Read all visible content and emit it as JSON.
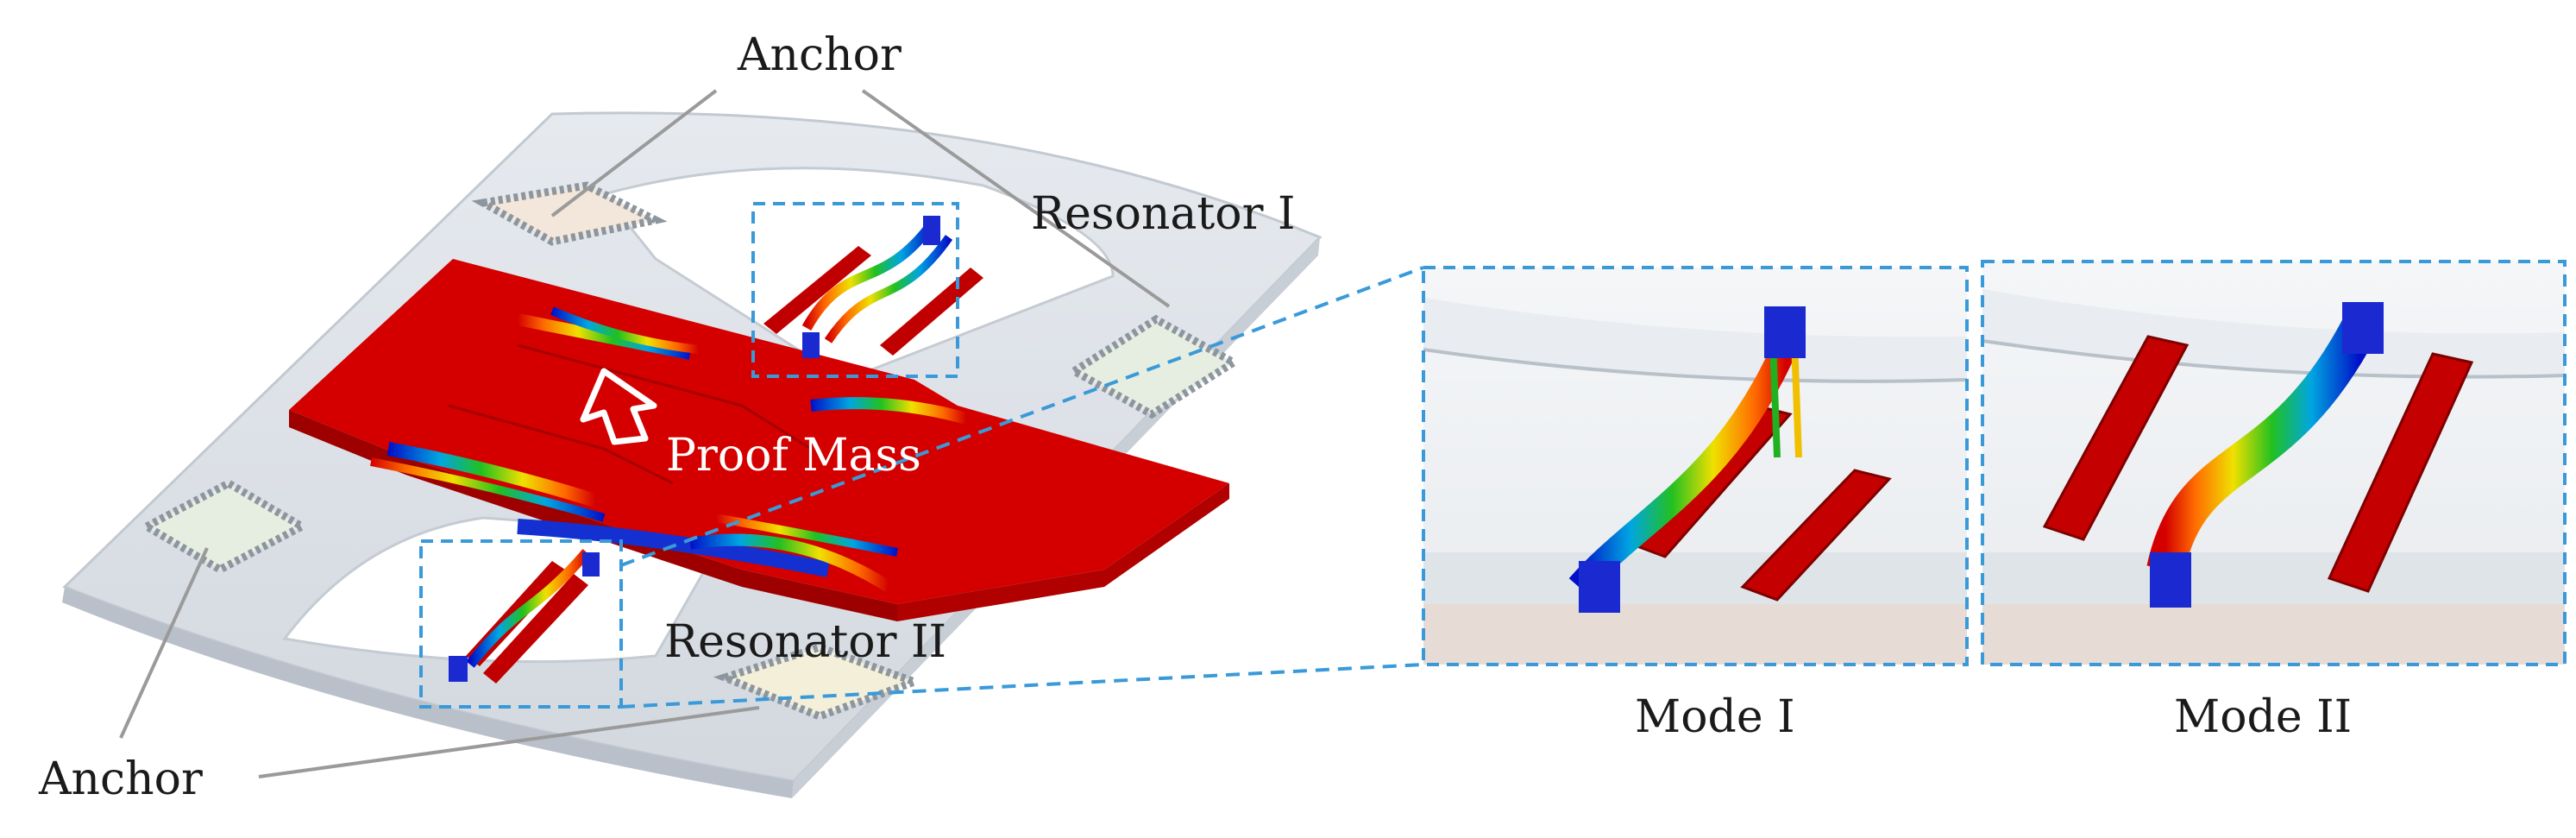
{
  "labels": {
    "anchor_top": "Anchor",
    "anchor_bottom": "Anchor",
    "resonator_1": "Resonator  I",
    "resonator_2": "Resonator  II",
    "proof_mass": "Proof Mass",
    "mode_1": "Mode I",
    "mode_2": "Mode II"
  },
  "colors": {
    "frame": "#dde2e8",
    "frame_edge": "#b7bec7",
    "proof_mass": "#d40000",
    "proof_mass_dark": "#9e0000",
    "anchor_fill": "#f3e6da",
    "anchor_fill_green": "#e6eee1",
    "dashed_box": "#3a9ad9",
    "leader_line": "#9a9a9a"
  },
  "icons": {
    "arrow": "up-hollow-arrow-icon"
  }
}
